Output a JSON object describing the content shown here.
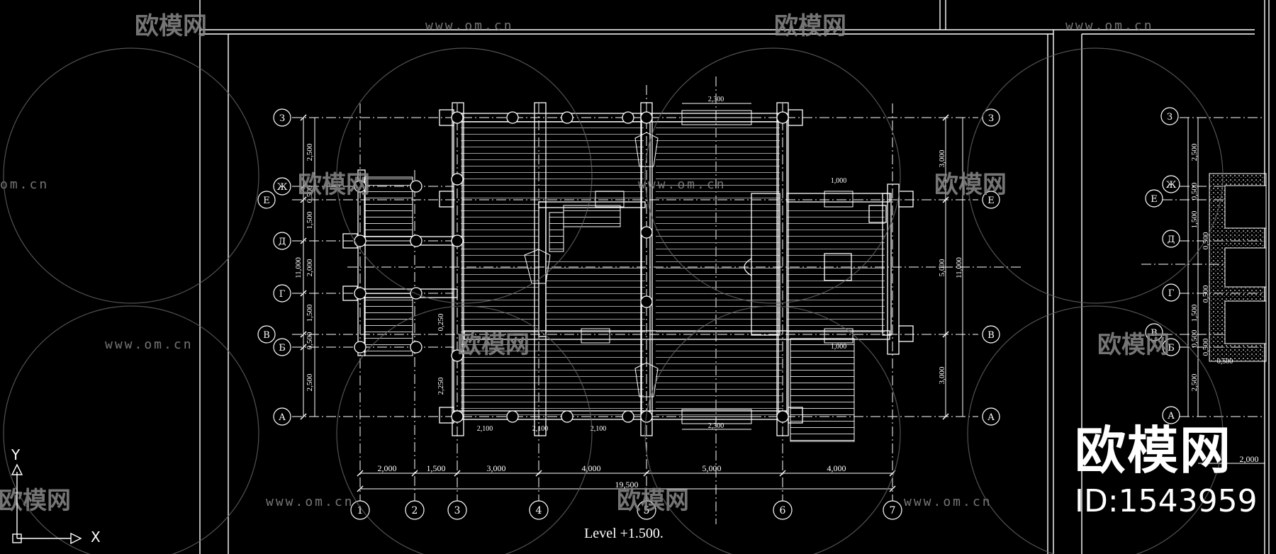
{
  "drawing": {
    "title": "Level +1.500.",
    "dims_bottom": [
      "2,000",
      "1,500",
      "3,000",
      "4,000",
      "5,000",
      "4,000"
    ],
    "dim_total": "19,500",
    "dims_top_window": "2,300",
    "dims_bottom_window": "2,300",
    "dims_small_window_1": "1,000",
    "dims_small_window_2": "1,000",
    "dims_bottom_logs": [
      "2,100",
      "2,100",
      "2,100"
    ],
    "dims_left_vertical": [
      "2,500",
      "0,500",
      "1,500",
      "2,000",
      "1,500",
      "0,500",
      "2,500"
    ],
    "dim_left_total": "11,000",
    "dims_right_vertical": [
      "3,000",
      "5,000",
      "3,000"
    ],
    "dim_right_total": "11,000",
    "dims_inner_vertical": [
      "0,250",
      "2,250"
    ],
    "axes_columns": [
      "1",
      "2",
      "3",
      "4",
      "5",
      "6",
      "7"
    ],
    "axes_rows": [
      "З",
      "Ж",
      "Е",
      "Д",
      "Г",
      "В",
      "Б",
      "А"
    ],
    "right_sheet_dims": [
      "2,500",
      "0,500",
      "1,500",
      "0,500",
      "0,500",
      "1,500",
      "0,500",
      "0,500",
      "2,500"
    ],
    "right_sheet_dim_bottom": "2,000",
    "right_sheet_dim_small": "0,500"
  },
  "watermark": {
    "brand": "欧模网",
    "url": "www.om.cn",
    "url_short": "om.cn",
    "id": "ID:1543959"
  },
  "ucs": {
    "x_label": "X",
    "y_label": "Y"
  },
  "colors": {
    "background": "#000000",
    "lines": "#ffffff",
    "watermark": "#8a8a8a"
  }
}
